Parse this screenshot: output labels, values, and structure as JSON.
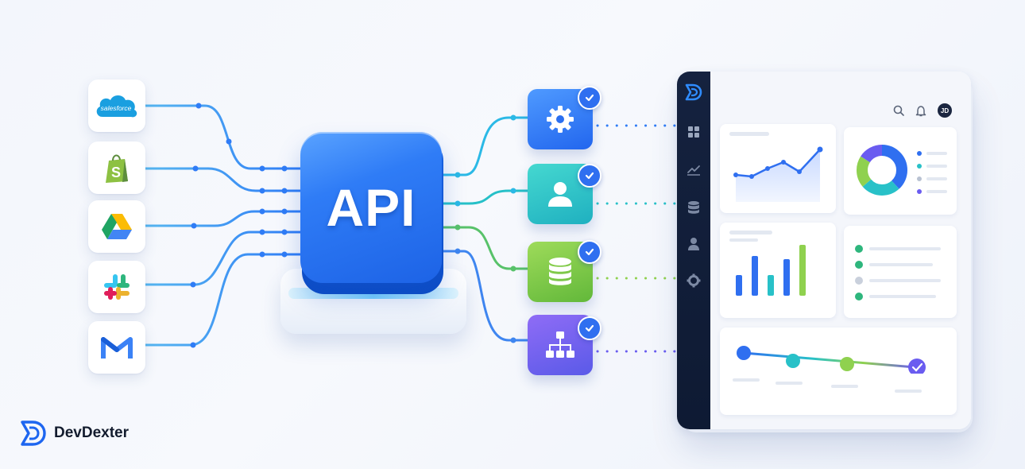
{
  "hub": {
    "label": "API"
  },
  "sources": [
    {
      "name": "salesforce",
      "logo_text": "salesforce",
      "icon": "salesforce-cloud-icon",
      "color": "#1a9fe0"
    },
    {
      "name": "shopify",
      "logo_text": "S",
      "icon": "shopify-bag-icon",
      "color": "#8dc142"
    },
    {
      "name": "google-drive",
      "icon": "google-drive-icon",
      "color": "#1fa463"
    },
    {
      "name": "slack",
      "icon": "slack-icon",
      "color": "#e01e5a"
    },
    {
      "name": "gmail",
      "icon": "gmail-icon",
      "color": "#3b82f6"
    }
  ],
  "services": [
    {
      "name": "settings",
      "icon": "gear-icon",
      "color": "#2f7cf6"
    },
    {
      "name": "users",
      "icon": "user-icon",
      "color": "#26bcc7"
    },
    {
      "name": "database",
      "icon": "database-icon",
      "color": "#7cc743"
    },
    {
      "name": "workflow",
      "icon": "hierarchy-icon",
      "color": "#6a5cf0"
    }
  ],
  "dashboard": {
    "avatar_initials": "JD",
    "sidebar_icons": [
      "grid-icon",
      "line-chart-icon",
      "database-icon",
      "user-icon",
      "gear-icon"
    ],
    "header_icons": [
      "search-icon",
      "bell-icon"
    ],
    "colors": {
      "sidebar": "#15223f",
      "blue": "#2f6ff0",
      "teal": "#28c1c8",
      "green": "#8fd14f",
      "purple": "#6a5cf0"
    }
  },
  "brand": {
    "name": "DevDexter",
    "color": "#1e66f0"
  }
}
